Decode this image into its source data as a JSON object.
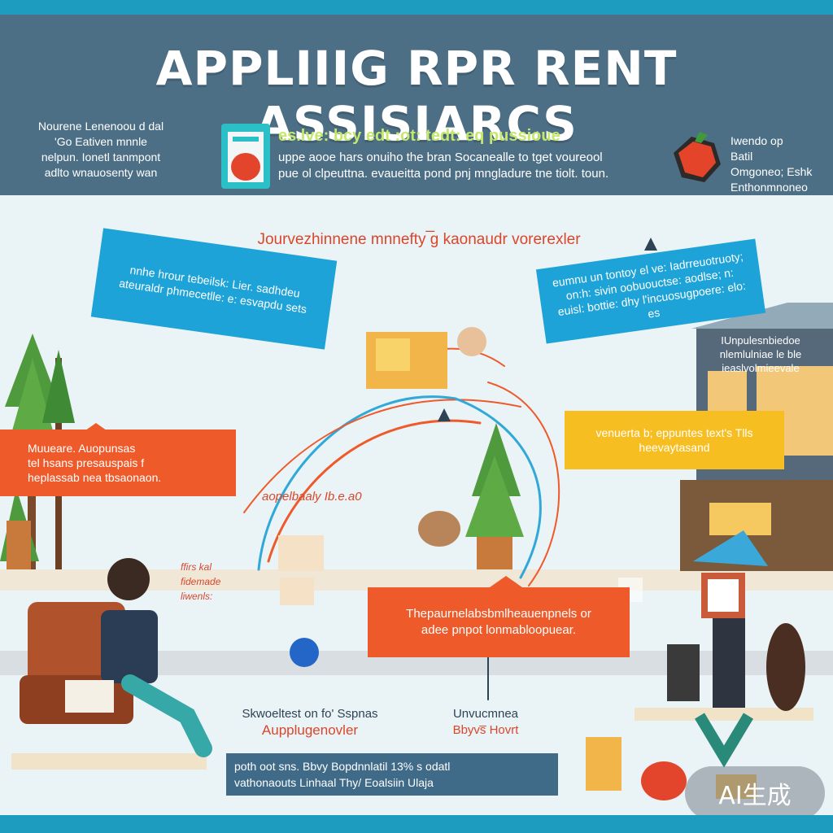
{
  "header": {
    "title": "APPLIIIG RPR RENT ASSISIARCS",
    "left_text": [
      "Nourene Lenenoou d dal",
      "'Go Eativen mnnle",
      "nelpun. Ionetl tanmpont",
      "adlto wnauosenty wan"
    ],
    "mid_heading": "es.lve: bcy edt :ot: tedt: eq pussioue",
    "mid_body": [
      "uppe aooe hars onuiho the bran Socanealle to tget voureool",
      "pue ol clpeuttna. evaueitta pond pnj mngladure tne tiolt. toun."
    ],
    "right_text": [
      "Iwendo op",
      "Batil",
      "Omgoneo; Eshk",
      "Enthonmnoneo"
    ]
  },
  "scene": {
    "subhead": "Jourvezhinnene mnnefty ̅g kaonaudr vorerexler",
    "blue_left_box": "nnhe hrour tebeilsk: Lier. sadhdeu ateuraldr phmecetlle: e: esvapdu sets",
    "blue_right_box": "eumnu un tontoy el ve: Iadrreuotruoty; on:h: sivin oobuouctse: aodlse; n: euisl: bottie: dhy l'incuosugpoere: elo: es",
    "orange_left_box": [
      "Muueare. Auopunsas",
      "tel        hsans presauspais f",
      "heplassab nea tbsaonaon."
    ],
    "yellow_box": [
      "venuerta b; eppuntes text's Tlls",
      "heevaytasand"
    ],
    "building_sign": [
      "IUnpulesnbiedoe",
      "nlemlulniae le ble",
      "ieaslvolmieevale"
    ],
    "center_orange_box": [
      "Thepaurnelabsbmlheauenpnels or",
      "adee pnpot lonmabloopuear."
    ],
    "curve_label": "aopelbaaly Ib.e.a0",
    "red_side_text": [
      "ffirs kal",
      "fidemade",
      "liwenls:"
    ],
    "bottom_left_label": [
      "Skwoeltest on fo' Sspnas",
      "Aupplugenovler"
    ],
    "bottom_right_label": [
      "Unvucmnea",
      "Bbyvs̅ Hovrt"
    ],
    "bottom_bar": [
      "poth oot sns. Bbvy Bopdnnlatil 13% s odatl",
      "vathonaouts Linhaal    Thy/        Eoalsiin Ulaja"
    ]
  },
  "badge": {
    "label": "AI生成"
  },
  "colors": {
    "header_bg": "#4d6f86",
    "accent_blue": "#1da3d8",
    "accent_orange": "#ef5a2a",
    "accent_yellow": "#f7be22",
    "text_red": "#d9472b",
    "stripe": "#1e9cbf"
  },
  "icons": [
    "document-icon",
    "apple-icon",
    "tree-icon",
    "armchair-icon",
    "building-icon",
    "umbrella-icon",
    "lamp-icon"
  ]
}
